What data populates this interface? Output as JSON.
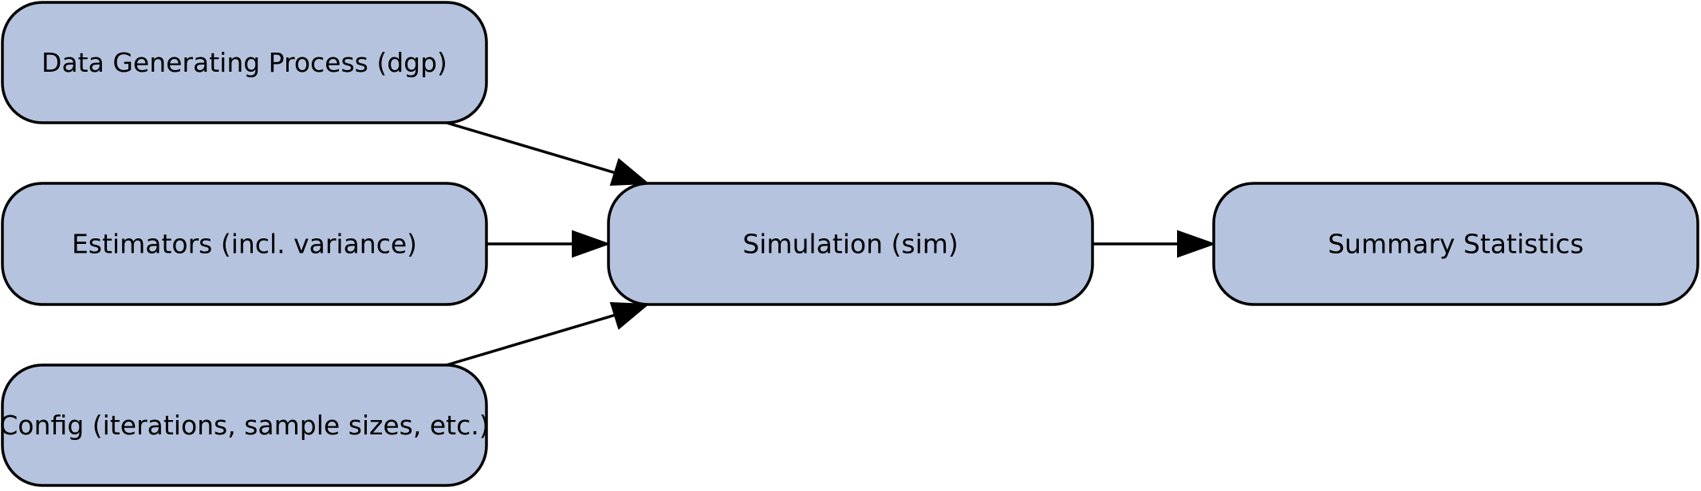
{
  "diagram": {
    "colors": {
      "node_fill": "#b5c3de",
      "node_stroke": "#000000",
      "edge": "#000000",
      "text": "#000000"
    },
    "nodes": {
      "dgp": {
        "label": "Data Generating Process (dgp)"
      },
      "estimators": {
        "label": "Estimators (incl. variance)"
      },
      "config": {
        "label": "Config (iterations, sample sizes, etc.)"
      },
      "sim": {
        "label": "Simulation (sim)"
      },
      "summary": {
        "label": "Summary Statistics"
      }
    },
    "edges": [
      {
        "from": "dgp",
        "to": "sim"
      },
      {
        "from": "estimators",
        "to": "sim"
      },
      {
        "from": "config",
        "to": "sim"
      },
      {
        "from": "sim",
        "to": "summary"
      }
    ]
  }
}
